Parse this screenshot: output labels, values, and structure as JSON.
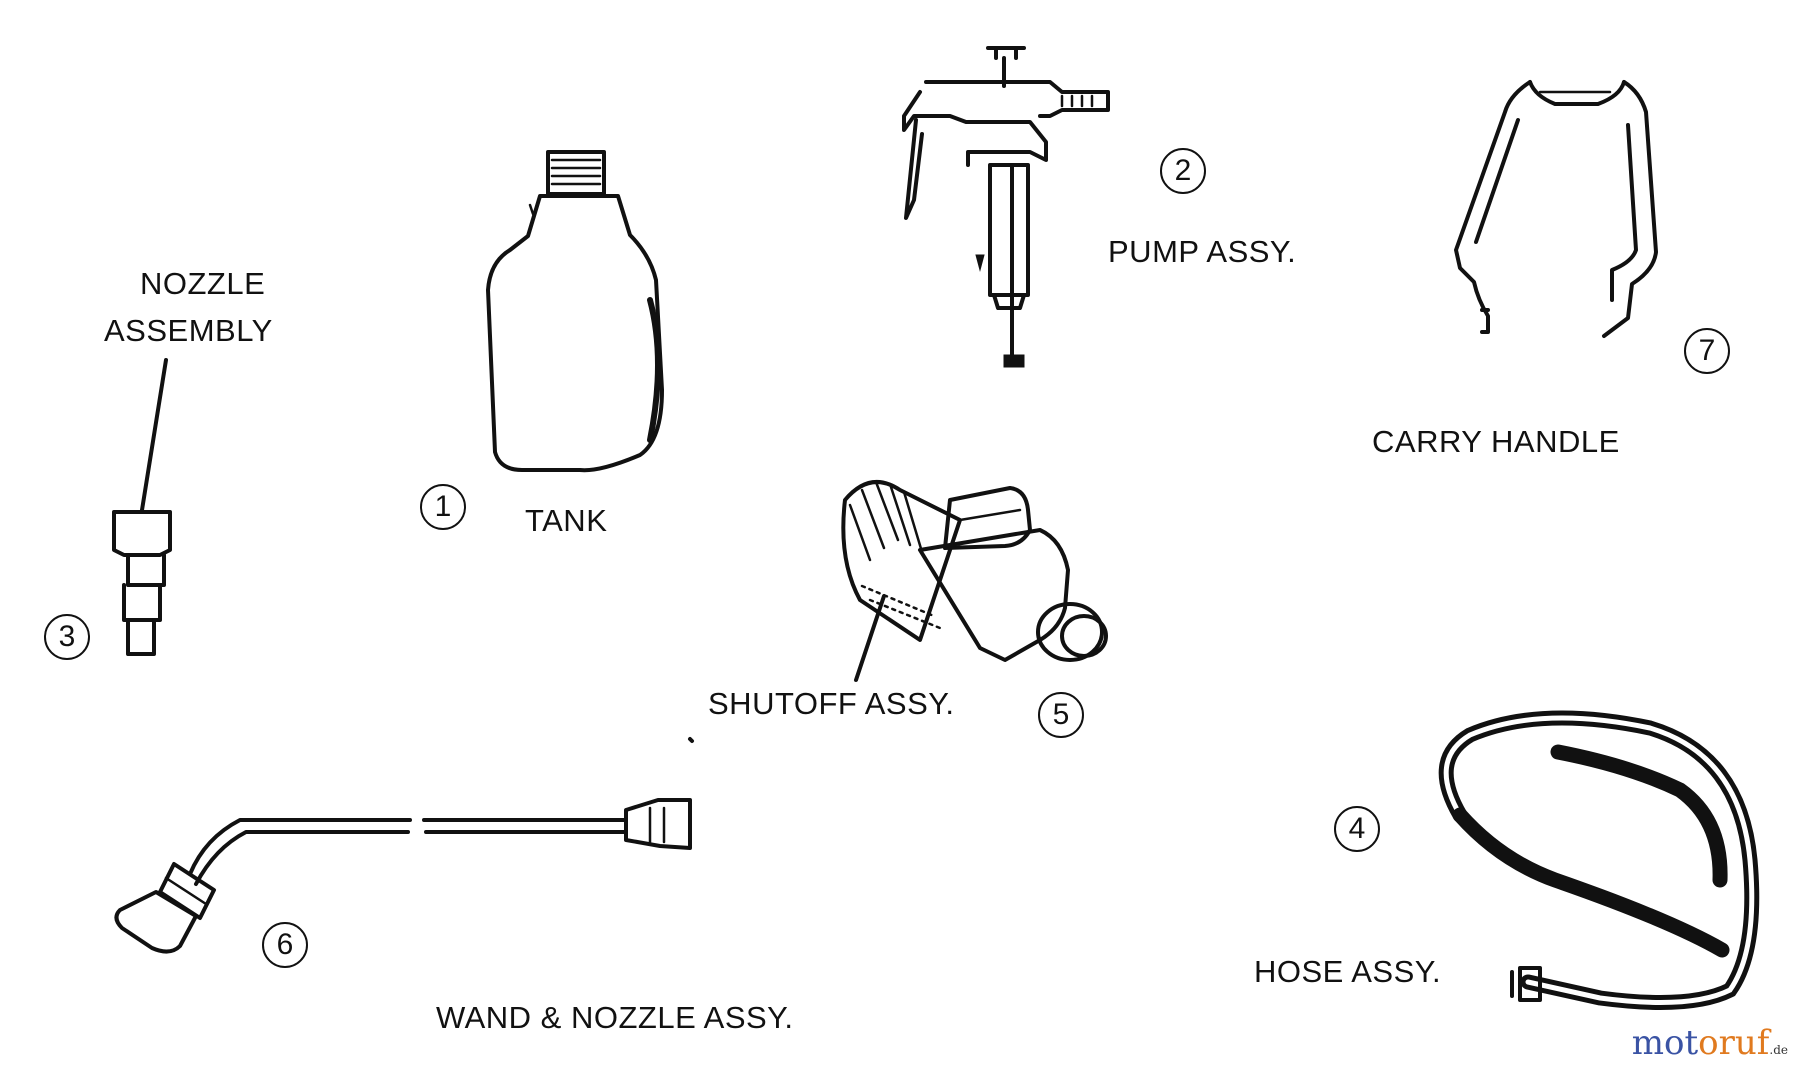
{
  "parts": [
    {
      "number": "1",
      "label": "TANK"
    },
    {
      "number": "2",
      "label": "PUMP ASSY."
    },
    {
      "number": "3",
      "label_lines": [
        "NOZZLE",
        "ASSEMBLY"
      ]
    },
    {
      "number": "4",
      "label": "HOSE ASSY."
    },
    {
      "number": "5",
      "label": "SHUTOFF ASSY."
    },
    {
      "number": "6",
      "label": "WAND & NOZZLE ASSY."
    },
    {
      "number": "7",
      "label": "CARRY HANDLE"
    }
  ],
  "watermark": {
    "part1": "mot",
    "part2": "oruf",
    "part3": "",
    "suffix": ".de"
  }
}
